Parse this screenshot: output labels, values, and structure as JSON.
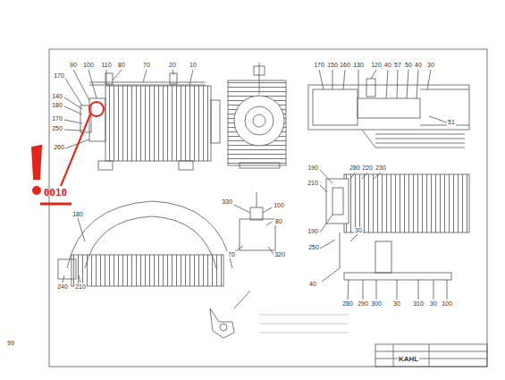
{
  "diagram": {
    "labels": [
      "90",
      "100",
      "110",
      "80",
      "70",
      "20",
      "10",
      "170",
      "140",
      "180",
      "170",
      "250",
      "260",
      "0010",
      "180",
      "240",
      "210",
      "170",
      "150",
      "160",
      "130",
      "120",
      "40",
      "57",
      "50",
      "40",
      "30",
      "51",
      "190",
      "280",
      "220",
      "230",
      "210",
      "190",
      "30",
      "250",
      "40",
      "280",
      "290",
      "300",
      "30",
      "310",
      "30",
      "100",
      "330",
      "100",
      "80",
      "70",
      "320",
      "KAHL",
      "99"
    ]
  }
}
